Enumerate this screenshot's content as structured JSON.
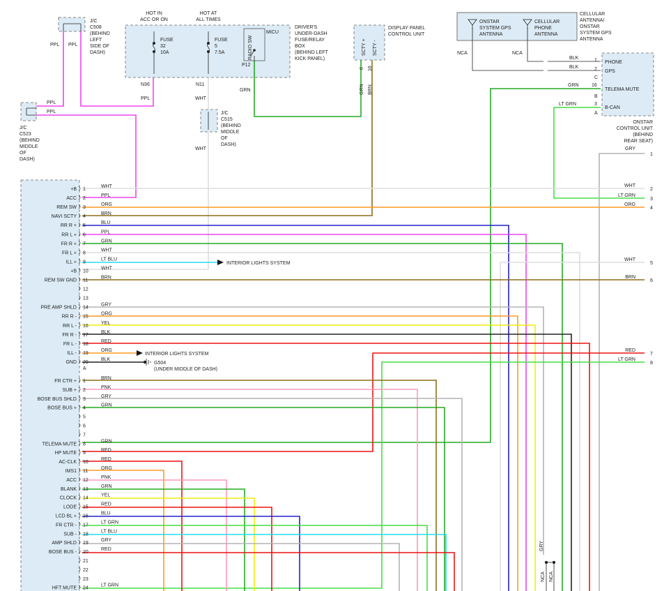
{
  "colors": {
    "WHT": "#dddddd",
    "PPL": "#ee44ee",
    "ORG": "#ff9922",
    "BRN": "#8a6d1c",
    "BLU": "#2222cc",
    "GRN": "#22aa22",
    "LTBLU": "#22ddee",
    "GRY": "#b4b4b4",
    "YEL": "#eeee11",
    "BLK": "#222222",
    "RED": "#ee1111",
    "PNK": "#ff99bb",
    "LTGRN": "#44dd44",
    "connector_fill": "#dcebf5"
  },
  "labels": {
    "jc_c508": [
      "J/C",
      "C508",
      "(BEHIND",
      "LEFT",
      "SIDE OF",
      "DASH)"
    ],
    "jc_c523": [
      "J/C",
      "C523",
      "(BEHIND",
      "MIDDLE",
      "OF",
      "DASH)"
    ],
    "jc_c515": [
      "J/C",
      "C515",
      "(BEHIND",
      "MIDDLE",
      "OF",
      "DASH)"
    ],
    "hot_in": [
      "HOT IN",
      "ACC OR ON"
    ],
    "hot_at": [
      "HOT AT",
      "ALL TIMES"
    ],
    "fuse1": [
      "FUSE",
      "32",
      "10A"
    ],
    "fuse2": [
      "FUSE",
      "5",
      "7.5A"
    ],
    "radio_sw": "RADIO SW",
    "micu": "MICU",
    "p12": "P12",
    "n36": "N36",
    "n11": "N11",
    "relay_box": [
      "DRIVER'S",
      "UNDER-DASH",
      "FUSE/RELAY",
      "BOX",
      "(BEHIND LEFT",
      "KICK PANEL)"
    ],
    "display_unit": [
      "DISPLAY PANEL",
      "CONTROL UNIT"
    ],
    "scty_plus": "SCTY +",
    "scty_minus": "SCTY -",
    "pin6": "6",
    "pin16": "16",
    "onstar_gps_ant": [
      "ONSTAR",
      "SYSTEM GPS",
      "ANTENNA"
    ],
    "cell_ant": [
      "CELLULAR",
      "PHONE",
      "ANTENNA"
    ],
    "cell_onstar_ant": [
      "CELLULAR",
      "ANTENNA/",
      "ONSTAR",
      "SYSTEM GPS",
      "ANTENNA"
    ],
    "nca": "NCA",
    "onstar_unit": [
      "ONSTAR",
      "CONTROL UNIT",
      "(BEHIND",
      "REAR SEAT)"
    ],
    "onstar_pins": [
      {
        "pin": "1",
        "name": "PHONE"
      },
      {
        "pin": "2",
        "name": "GPS"
      },
      {
        "pin": "C",
        "name": ""
      },
      {
        "pin": "16",
        "name": "TELEMA MUTE"
      },
      {
        "pin": "B",
        "name": ""
      },
      {
        "pin": "3",
        "name": "B-CAN"
      },
      {
        "pin": "A",
        "name": ""
      }
    ],
    "interior_lights": "INTERIOR LIGHTS SYSTEM",
    "g504": "G504",
    "g504_loc": "(UNDER MIDDLE OF DASH)",
    "conn_a": "A"
  },
  "top_wires": {
    "ppl": "PPL",
    "wht": "WHT",
    "grn": "GRN",
    "brn": "BRN",
    "blk": "BLK",
    "lt_grn": "LT GRN",
    "gry": "GRY"
  },
  "radio_pins_a": [
    {
      "pin": "1",
      "name": "+B",
      "wire": "WHT"
    },
    {
      "pin": "2",
      "name": "ACC",
      "wire": "PPL"
    },
    {
      "pin": "3",
      "name": "REM SW",
      "wire": "ORG"
    },
    {
      "pin": "4",
      "name": "NAVI SCTY",
      "wire": "BRN"
    },
    {
      "pin": "5",
      "name": "RR R +",
      "wire": "BLU"
    },
    {
      "pin": "6",
      "name": "RR L +",
      "wire": "PPL"
    },
    {
      "pin": "7",
      "name": "FR R +",
      "wire": "GRN"
    },
    {
      "pin": "8",
      "name": "FR L +",
      "wire": "WHT"
    },
    {
      "pin": "9",
      "name": "ILL +",
      "wire": "LT BLU"
    },
    {
      "pin": "10",
      "name": "+B",
      "wire": "WHT"
    },
    {
      "pin": "11",
      "name": "REM SW GND",
      "wire": "BRN"
    },
    {
      "pin": "12",
      "name": "",
      "wire": ""
    },
    {
      "pin": "13",
      "name": "",
      "wire": ""
    },
    {
      "pin": "14",
      "name": "PRE AMP SHLD",
      "wire": "GRY"
    },
    {
      "pin": "15",
      "name": "RR R -",
      "wire": "ORG"
    },
    {
      "pin": "16",
      "name": "RR L -",
      "wire": "YEL"
    },
    {
      "pin": "17",
      "name": "FR R -",
      "wire": "BLK"
    },
    {
      "pin": "18",
      "name": "FR L -",
      "wire": "RED"
    },
    {
      "pin": "19",
      "name": "ILL -",
      "wire": "ORG"
    },
    {
      "pin": "20",
      "name": "GND",
      "wire": "BLK"
    }
  ],
  "radio_pins_b": [
    {
      "pin": "1",
      "name": "FR CTR +",
      "wire": "BRN"
    },
    {
      "pin": "2",
      "name": "SUB +",
      "wire": "PNK"
    },
    {
      "pin": "3",
      "name": "BOSE BUS SHLD",
      "wire": "GRY"
    },
    {
      "pin": "4",
      "name": "BOSE BUS +",
      "wire": "GRN"
    },
    {
      "pin": "5",
      "name": "",
      "wire": ""
    },
    {
      "pin": "6",
      "name": "",
      "wire": ""
    },
    {
      "pin": "7",
      "name": "",
      "wire": ""
    },
    {
      "pin": "8",
      "name": "TELEMA MUTE",
      "wire": "GRN"
    },
    {
      "pin": "9",
      "name": "HP MUTE",
      "wire": "RED"
    },
    {
      "pin": "10",
      "name": "AC-CLK",
      "wire": "RED"
    },
    {
      "pin": "11",
      "name": "IMS1",
      "wire": "ORG"
    },
    {
      "pin": "12",
      "name": "ACC",
      "wire": "PNK"
    },
    {
      "pin": "13",
      "name": "BLANK",
      "wire": "GRN"
    },
    {
      "pin": "14",
      "name": "CLOCK",
      "wire": "YEL"
    },
    {
      "pin": "15",
      "name": "LODE",
      "wire": "RED"
    },
    {
      "pin": "16",
      "name": "LCD BL +",
      "wire": "BLU"
    },
    {
      "pin": "17",
      "name": "FR CTR -",
      "wire": "LT GRN"
    },
    {
      "pin": "18",
      "name": "SUB -",
      "wire": "LT BLU"
    },
    {
      "pin": "19",
      "name": "AMP SHLD",
      "wire": "GRY"
    },
    {
      "pin": "20",
      "name": "BOSE BUS -",
      "wire": "RED"
    },
    {
      "pin": "21",
      "name": "",
      "wire": ""
    },
    {
      "pin": "22",
      "name": "",
      "wire": ""
    },
    {
      "pin": "23",
      "name": "",
      "wire": ""
    },
    {
      "pin": "24",
      "name": "HFT MUTE",
      "wire": "LT GRN"
    }
  ],
  "right_terminals": [
    {
      "num": "1",
      "wire": "GRY"
    },
    {
      "num": "2",
      "wire": "WHT"
    },
    {
      "num": "3",
      "wire": "LT GRN"
    },
    {
      "num": "4",
      "wire": "ORG"
    },
    {
      "num": "5",
      "wire": "WHT"
    },
    {
      "num": "6",
      "wire": "BRN"
    },
    {
      "num": "7",
      "wire": "RED"
    },
    {
      "num": "8",
      "wire": "LT GRN"
    }
  ],
  "bottom_labels": {
    "gry": "GRY",
    "nca1": "NCA",
    "nca2": "NCA"
  }
}
